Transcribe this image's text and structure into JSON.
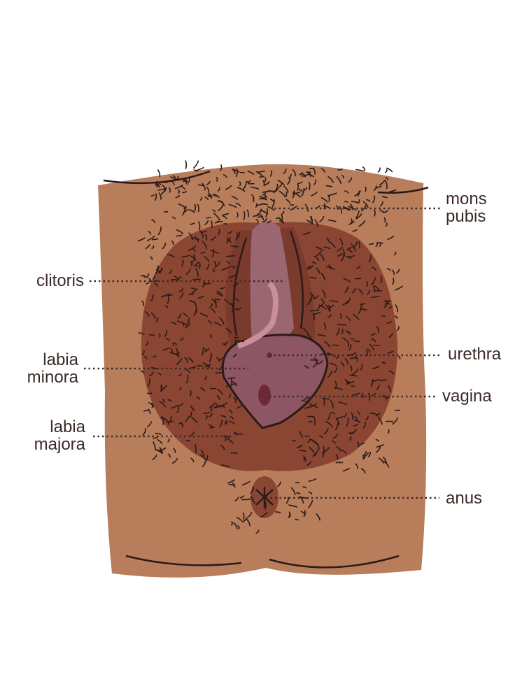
{
  "labels": {
    "mons_pubis": [
      "mons",
      "pubis"
    ],
    "clitoris": "clitoris",
    "labia_minora": [
      "labia",
      "minora"
    ],
    "labia_majora": [
      "labia",
      "majora"
    ],
    "urethra": "urethra",
    "vagina": "vagina",
    "anus": "anus"
  },
  "colors": {
    "skin": "#b87d5b",
    "labia_majora": "#8a4632",
    "labia_minora": "#8c5664",
    "clitoral_hood": "#9a6672",
    "text": "#3b2a27"
  }
}
